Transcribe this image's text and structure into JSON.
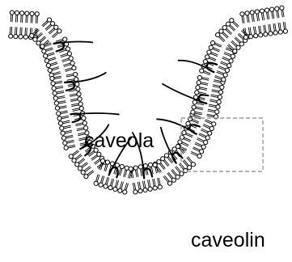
{
  "labels": {
    "caveola": "caveola",
    "caveolin": "caveolin"
  },
  "colors": {
    "line": "#000000",
    "head_fill": "#ffffff",
    "inset_box": "#9a9a9a",
    "background": "#ffffff"
  },
  "parts": {
    "lipid_bilayer_icon": "lipid-bilayer",
    "caveolin_protein_icon": "caveolin-protein",
    "zoom_box_icon": "zoom-inset-box"
  }
}
